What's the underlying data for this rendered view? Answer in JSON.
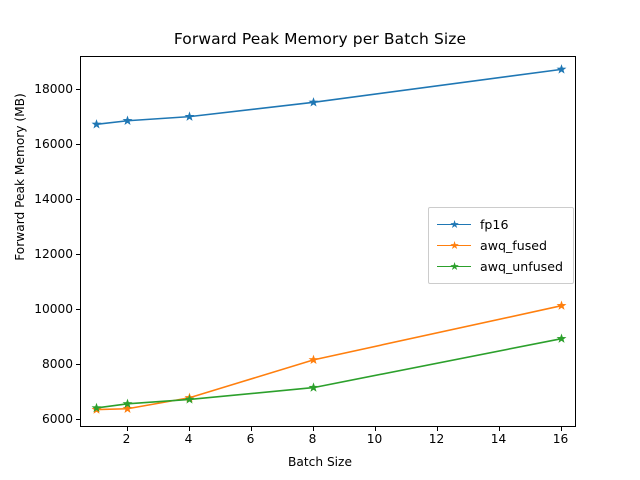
{
  "chart_data": {
    "type": "line",
    "title": "Forward Peak Memory per Batch Size",
    "xlabel": "Batch Size",
    "ylabel": "Forward Peak Memory (MB)",
    "x": [
      1,
      2,
      4,
      8,
      16
    ],
    "xlim": [
      0.5,
      16.5
    ],
    "ylim": [
      5700,
      19200
    ],
    "xticks": [
      2,
      4,
      6,
      8,
      10,
      12,
      14,
      16
    ],
    "yticks": [
      6000,
      8000,
      10000,
      12000,
      14000,
      16000,
      18000
    ],
    "grid": false,
    "marker": "star",
    "legend_position": "center right",
    "series": [
      {
        "name": "fp16",
        "color": "#1f77b4",
        "values": [
          16750,
          16880,
          17030,
          17550,
          18750
        ]
      },
      {
        "name": "awq_fused",
        "color": "#ff7f0e",
        "values": [
          6370,
          6400,
          6800,
          8180,
          10150
        ]
      },
      {
        "name": "awq_unfused",
        "color": "#2ca02c",
        "values": [
          6430,
          6580,
          6740,
          7170,
          8950
        ]
      }
    ]
  },
  "figure": {
    "background": "#ffffff",
    "axes_color": "#000000"
  }
}
